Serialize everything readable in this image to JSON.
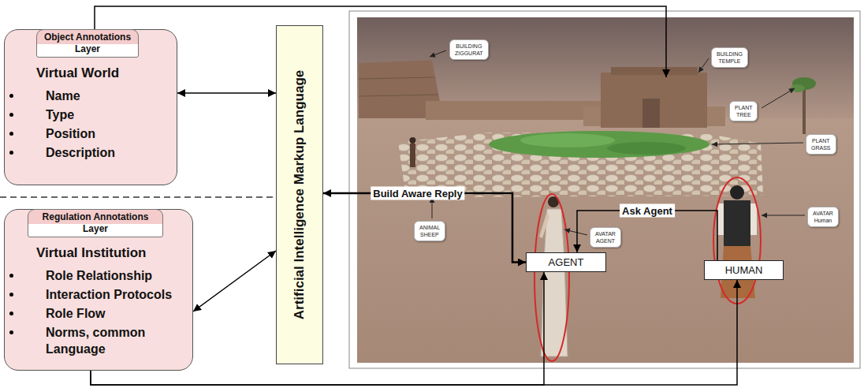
{
  "diagram": {
    "nodes": [
      {
        "text": [
          "Object Annotations Layer",
          "Virtual World",
          "Name",
          "Type",
          "Position",
          "Description"
        ]
      },
      {
        "text": [
          "Regulation Annotations Layer",
          "Virtual Institution",
          "Role Relationship",
          "Interaction Protocols",
          "Role Flow",
          "Norms, common Language"
        ]
      },
      {
        "text": [
          "Artificial Intelligence Markup Language"
        ]
      },
      {
        "text": [
          "BUILDING ZIGGURAT"
        ]
      },
      {
        "text": [
          "BUILDING TEMPLE"
        ]
      },
      {
        "text": [
          "PLANT TREE"
        ]
      },
      {
        "text": [
          "PLANT GRASS"
        ]
      },
      {
        "text": [
          "ANIMAL SHEEP"
        ]
      },
      {
        "text": [
          "AVATAR AGENT"
        ]
      },
      {
        "text": [
          "AGENT"
        ]
      },
      {
        "text": [
          "AVATAR Human"
        ]
      },
      {
        "text": [
          "HUMAN"
        ]
      }
    ],
    "edges": [
      {
        "from": 0,
        "to": 2,
        "arrow": "both"
      },
      {
        "from": 1,
        "to": 2,
        "arrow": "both"
      },
      {
        "from": 2,
        "to": 9,
        "arrow": "both",
        "label": "Build Aware Reply"
      },
      {
        "from": 11,
        "to": 9,
        "arrow": "to",
        "label": "Ask Agent"
      },
      {
        "from": 1,
        "to": 9,
        "arrow": "to"
      },
      {
        "from": 1,
        "to": 11,
        "arrow": "to"
      }
    ]
  }
}
